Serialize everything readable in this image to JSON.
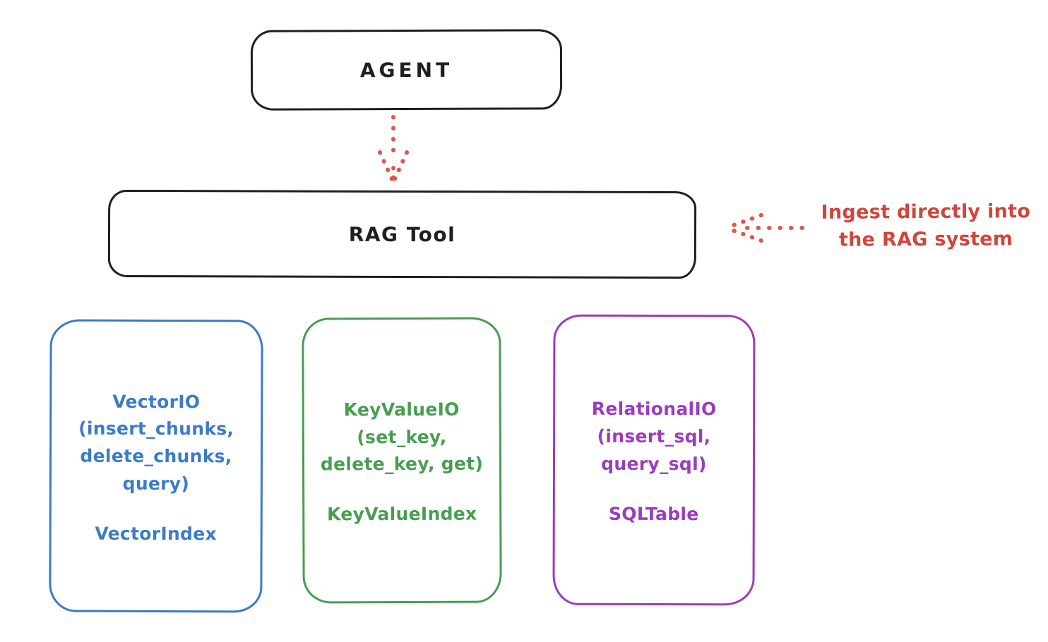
{
  "diagram": {
    "title_hint": "RAG Tool architecture sketch",
    "stroke_black": "#1f1f1f",
    "background": "#ffffff",
    "agent": {
      "label": "AGENT"
    },
    "rag_tool": {
      "label": "RAG Tool"
    },
    "annotation": {
      "text": "Ingest directly into\nthe RAG system",
      "color": "#d0453c"
    },
    "arrows": {
      "agent_to_rag": {
        "style": "dotted",
        "direction": "down",
        "color": "#e0564e"
      },
      "annotation_to_rag": {
        "style": "dotted",
        "direction": "left",
        "color": "#e0564e"
      }
    },
    "storage_boxes": [
      {
        "name": "vector-io",
        "color": "#3b7bc8",
        "title": "VectorIO\n(insert_chunks,\ndelete_chunks,\nquery)",
        "index": "VectorIndex"
      },
      {
        "name": "keyvalue-io",
        "color": "#479e50",
        "title": "KeyValueIO\n(set_key,\ndelete_key, get)",
        "index": "KeyValueIndex"
      },
      {
        "name": "relational-io",
        "color": "#9b3cbd",
        "title": "RelationalIO\n(insert_sql,\nquery_sql)",
        "index": "SQLTable"
      }
    ]
  }
}
